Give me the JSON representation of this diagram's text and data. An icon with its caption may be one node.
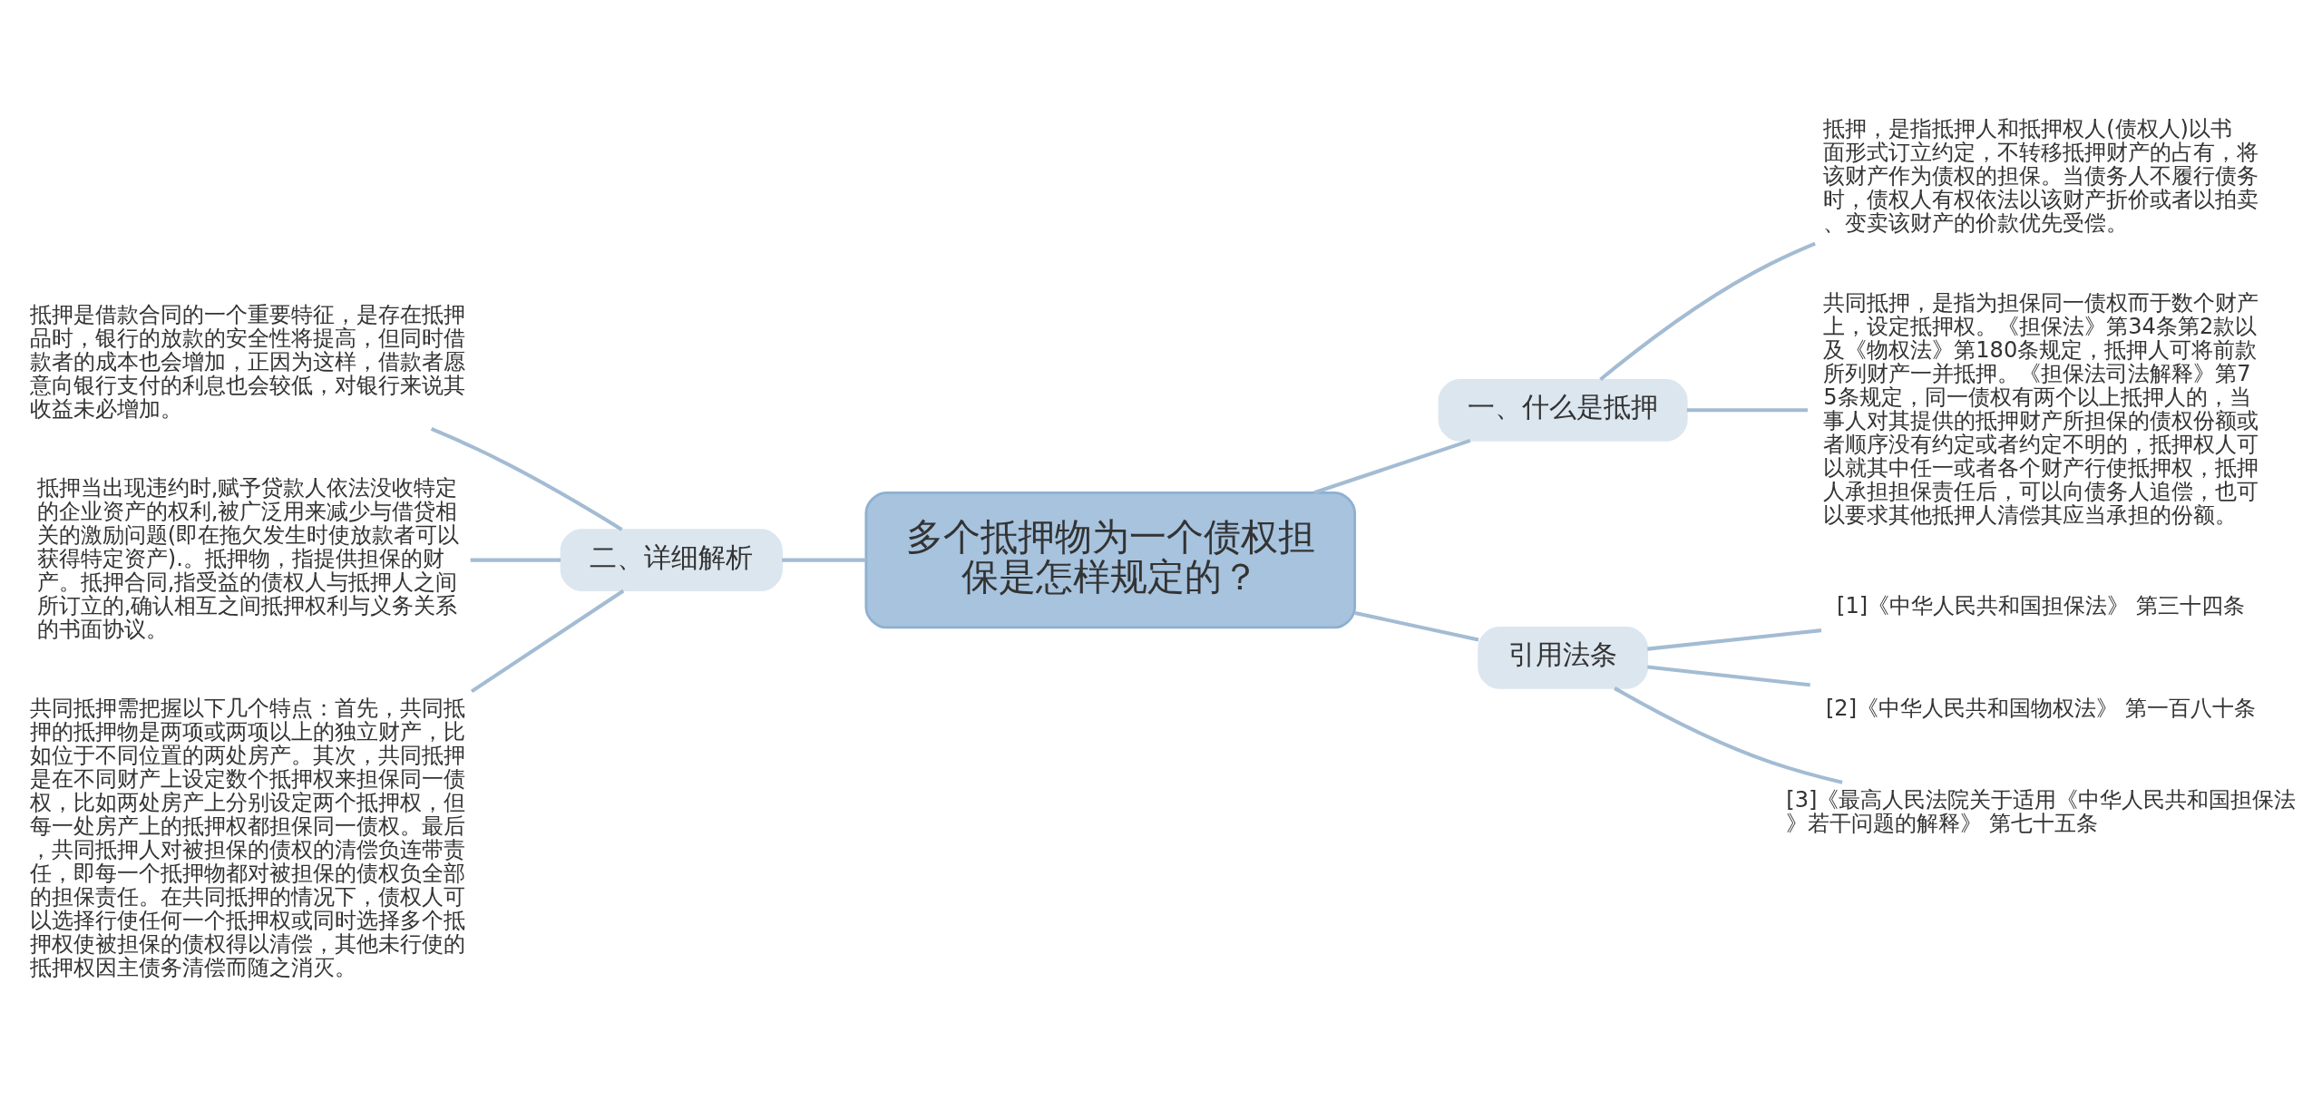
{
  "diagram": {
    "nodes": [
      {
        "text": [
          "多个抵押物为一个债权担保是怎样规定的？"
        ]
      },
      {
        "text": [
          "一、什么是抵押"
        ]
      },
      {
        "text": [
          "抵押，是指抵押人和抵押权人(债权人)以书面形式订立约定，不转移抵押财产的占有，将该财产作为债权的担保。当债务人不履行债务时，债权人有权依法以该财产折价或者以拍卖、变卖该财产的价款优先受偿。"
        ]
      },
      {
        "text": [
          "共同抵押，是指为担保同一债权而于数个财产上，设定抵押权。《担保法》第34条第2款以及《物权法》第180条规定，抵押人可将前款所列财产一并抵押。《担保法司法解释》第75条规定，同一债权有两个以上抵押人的，当事人对其提供的抵押财产所担保的债权份额或者顺序没有约定或者约定不明的，抵押权人可以就其中任一或者各个财产行使抵押权，抵押人承担担保责任后，可以向债务人追偿，也可以要求其他抵押人清偿其应当承担的份额。"
        ]
      },
      {
        "text": [
          "引用法条"
        ]
      },
      {
        "text": [
          "[1]《中华人民共和国担保法》 第三十四条"
        ]
      },
      {
        "text": [
          "[2]《中华人民共和国物权法》 第一百八十条"
        ]
      },
      {
        "text": [
          "[3]《最高人民法院关于适用《中华人民共和国担保法》若干问题的解释》 第七十五条"
        ]
      },
      {
        "text": [
          "二、详细解析"
        ]
      },
      {
        "text": [
          "抵押是借款合同的一个重要特征，是存在抵押品时，银行的放款的安全性将提高，但同时借款者的成本也会增加，正因为这样，借款者愿意向银行支付的利息也会较低，对银行来说其收益未必增加。"
        ]
      },
      {
        "text": [
          "抵押当出现违约时,赋予贷款人依法没收特定的企业资产的权利,被广泛用来减少与借贷相关的激励问题(即在拖欠发生时使放款者可以获得特定资产).。抵押物，指提供担保的财产。抵押合同,指受益的债权人与抵押人之间所订立的,确认相互之间抵押权利与义务关系的书面协议。"
        ]
      },
      {
        "text": [
          "共同抵押需把握以下几个特点：首先，共同抵押的抵押物是两项或两项以上的独立财产，比如位于不同位置的两处房产。其次，共同抵押是在不同财产上设定数个抵押权来担保同一债权，比如两处房产上分别设定两个抵押权，但每一处房产上的抵押权都担保同一债权。最后，共同抵押人对被担保的债权的清偿负连带责任，即每一个抵押物都对被担保的债权负全部的担保责任。在共同抵押的情况下，债权人可以选择行使任何一个抵押权或同时选择多个抵押权使被担保的债权得以清偿，其他未行使的抵押权因主债务清偿而随之消灭。"
        ]
      }
    ],
    "edges": [
      {
        "from": 0,
        "to": 1,
        "arrow": "none"
      },
      {
        "from": 1,
        "to": 2,
        "arrow": "none"
      },
      {
        "from": 1,
        "to": 3,
        "arrow": "none"
      },
      {
        "from": 0,
        "to": 4,
        "arrow": "none"
      },
      {
        "from": 4,
        "to": 5,
        "arrow": "none"
      },
      {
        "from": 4,
        "to": 6,
        "arrow": "none"
      },
      {
        "from": 4,
        "to": 7,
        "arrow": "none"
      },
      {
        "from": 0,
        "to": 8,
        "arrow": "none"
      },
      {
        "from": 8,
        "to": 9,
        "arrow": "none"
      },
      {
        "from": 8,
        "to": 10,
        "arrow": "none"
      },
      {
        "from": 8,
        "to": 11,
        "arrow": "none"
      }
    ]
  }
}
